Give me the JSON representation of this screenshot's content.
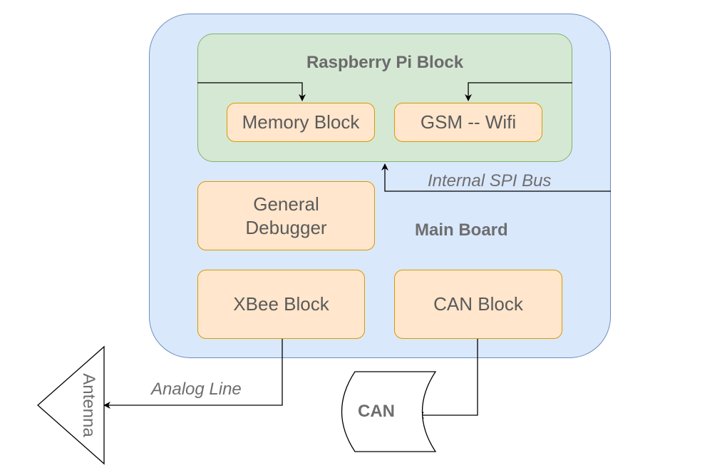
{
  "main_board": {
    "label": "Main Board"
  },
  "raspberry_pi": {
    "title": "Raspberry Pi Block"
  },
  "blocks": {
    "memory": "Memory Block",
    "gsm_wifi": "GSM -- Wifi",
    "debugger": "General Debugger",
    "xbee": "XBee Block",
    "can": "CAN Block"
  },
  "connections": {
    "internal_spi": "Internal SPI Bus",
    "analog_line": "Analog Line"
  },
  "external": {
    "antenna": "Antenna",
    "can_bus": "CAN"
  },
  "colors": {
    "main_board_fill": "#dae8fc",
    "main_board_stroke": "#6c8ebf",
    "rpi_fill": "#d5e8d4",
    "rpi_stroke": "#82b366",
    "block_fill": "#ffe6cc",
    "block_stroke": "#d79b00"
  }
}
